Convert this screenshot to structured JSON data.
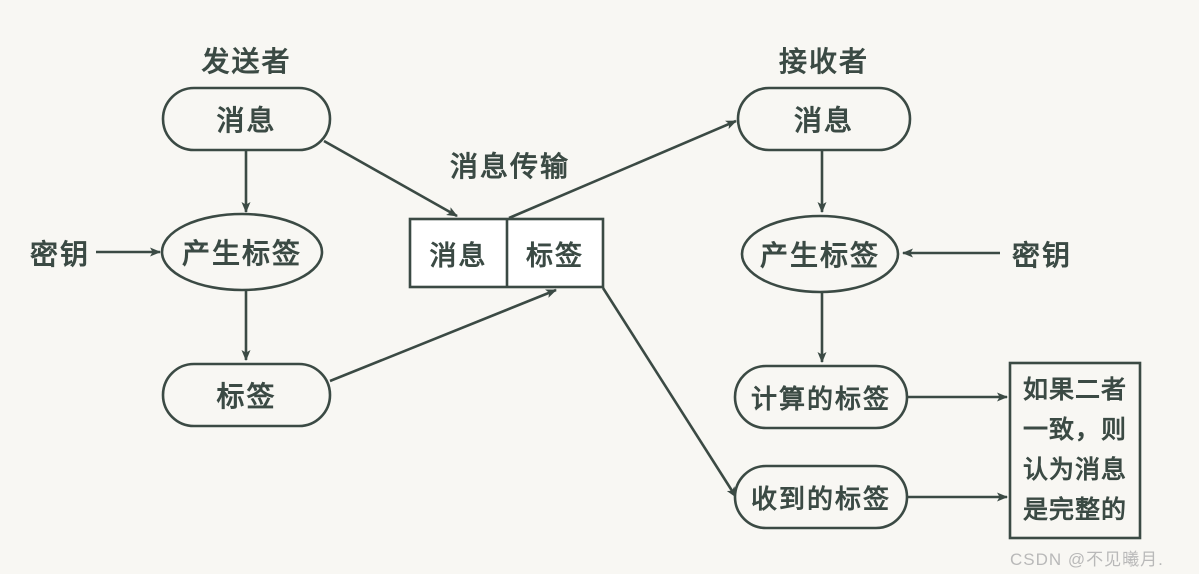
{
  "diagram": {
    "title_sender": "发送者",
    "title_receiver": "接收者",
    "transport_label": "消息传输",
    "key_left": "密钥",
    "key_right": "密钥",
    "sender": {
      "message": "消息",
      "generate_tag": "产生标签",
      "tag": "标签"
    },
    "transport": {
      "message_cell": "消息",
      "tag_cell": "标签"
    },
    "receiver": {
      "message": "消息",
      "generate_tag": "产生标签",
      "computed_tag": "计算的标签",
      "received_tag": "收到的标签",
      "conclusion": "如果二者\n一致，则\n认为消息\n是完整的"
    }
  },
  "colors": {
    "ink": "#3b4a44",
    "background": "#f8f7f3",
    "watermark": "#b9b9b9"
  },
  "watermark": {
    "text": "CSDN @不见曦月."
  }
}
